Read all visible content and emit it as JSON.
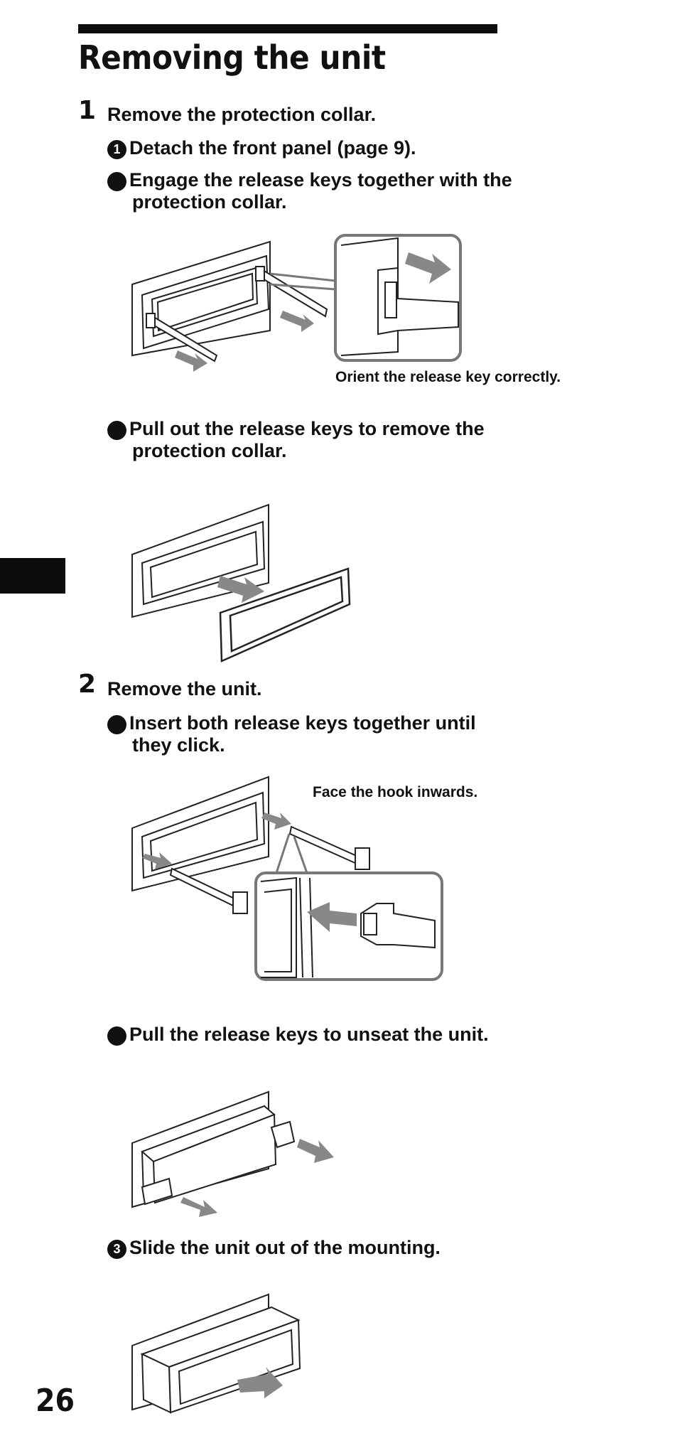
{
  "page": {
    "title": "Removing the unit",
    "page_number": "26"
  },
  "steps": [
    {
      "number": "1",
      "text": "Remove the protection collar.",
      "substeps": [
        {
          "marker": "1",
          "text": "Detach the front panel (page 9)."
        },
        {
          "marker": "2",
          "text": "Engage the release keys together with the protection collar."
        },
        {
          "marker": "3",
          "text": "Pull out the release keys to remove the protection collar."
        }
      ]
    },
    {
      "number": "2",
      "text": "Remove the unit.",
      "substeps": [
        {
          "marker": "1",
          "text": "Insert both release keys together until they click."
        },
        {
          "marker": "2",
          "text": "Pull the release keys to unseat the unit."
        },
        {
          "marker": "3",
          "text": "Slide the unit out of the mounting."
        }
      ]
    }
  ],
  "captions": {
    "orient": "Orient the release key correctly.",
    "hook": "Face the hook inwards."
  },
  "colors": {
    "text": "#111111",
    "arrow": "#888888",
    "frame": "#777777"
  }
}
